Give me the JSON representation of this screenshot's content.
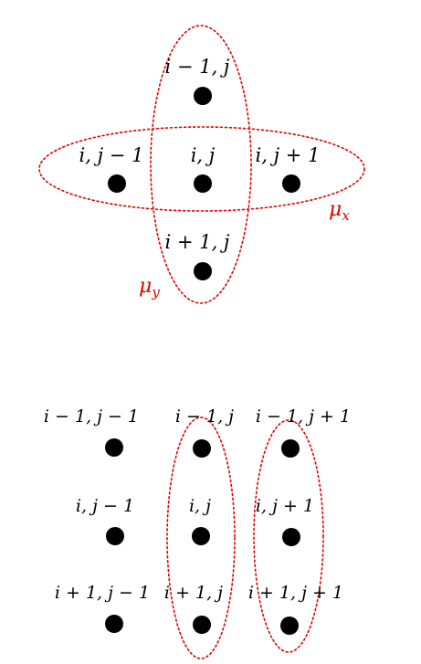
{
  "colors": {
    "accent": "#e00000",
    "ink": "#000000"
  },
  "top_diagram": {
    "labels": {
      "north": "i − 1, j",
      "west": "i, j − 1",
      "center": "i, j",
      "east": "i, j + 1",
      "south": "i + 1, j"
    },
    "mu_x": {
      "base": "μ",
      "sub": "x"
    },
    "mu_y": {
      "base": "μ",
      "sub": "y"
    }
  },
  "bottom_diagram": {
    "labels": {
      "r1c1": "i − 1, j − 1",
      "r1c2": "i − 1, j",
      "r1c3": "i − 1, j + 1",
      "r2c1": "i, j − 1",
      "r2c2": "i, j",
      "r2c3": "i, j + 1",
      "r3c1": "i + 1, j − 1",
      "r3c2": "i + 1, j",
      "r3c3": "i + 1, j + 1"
    }
  }
}
